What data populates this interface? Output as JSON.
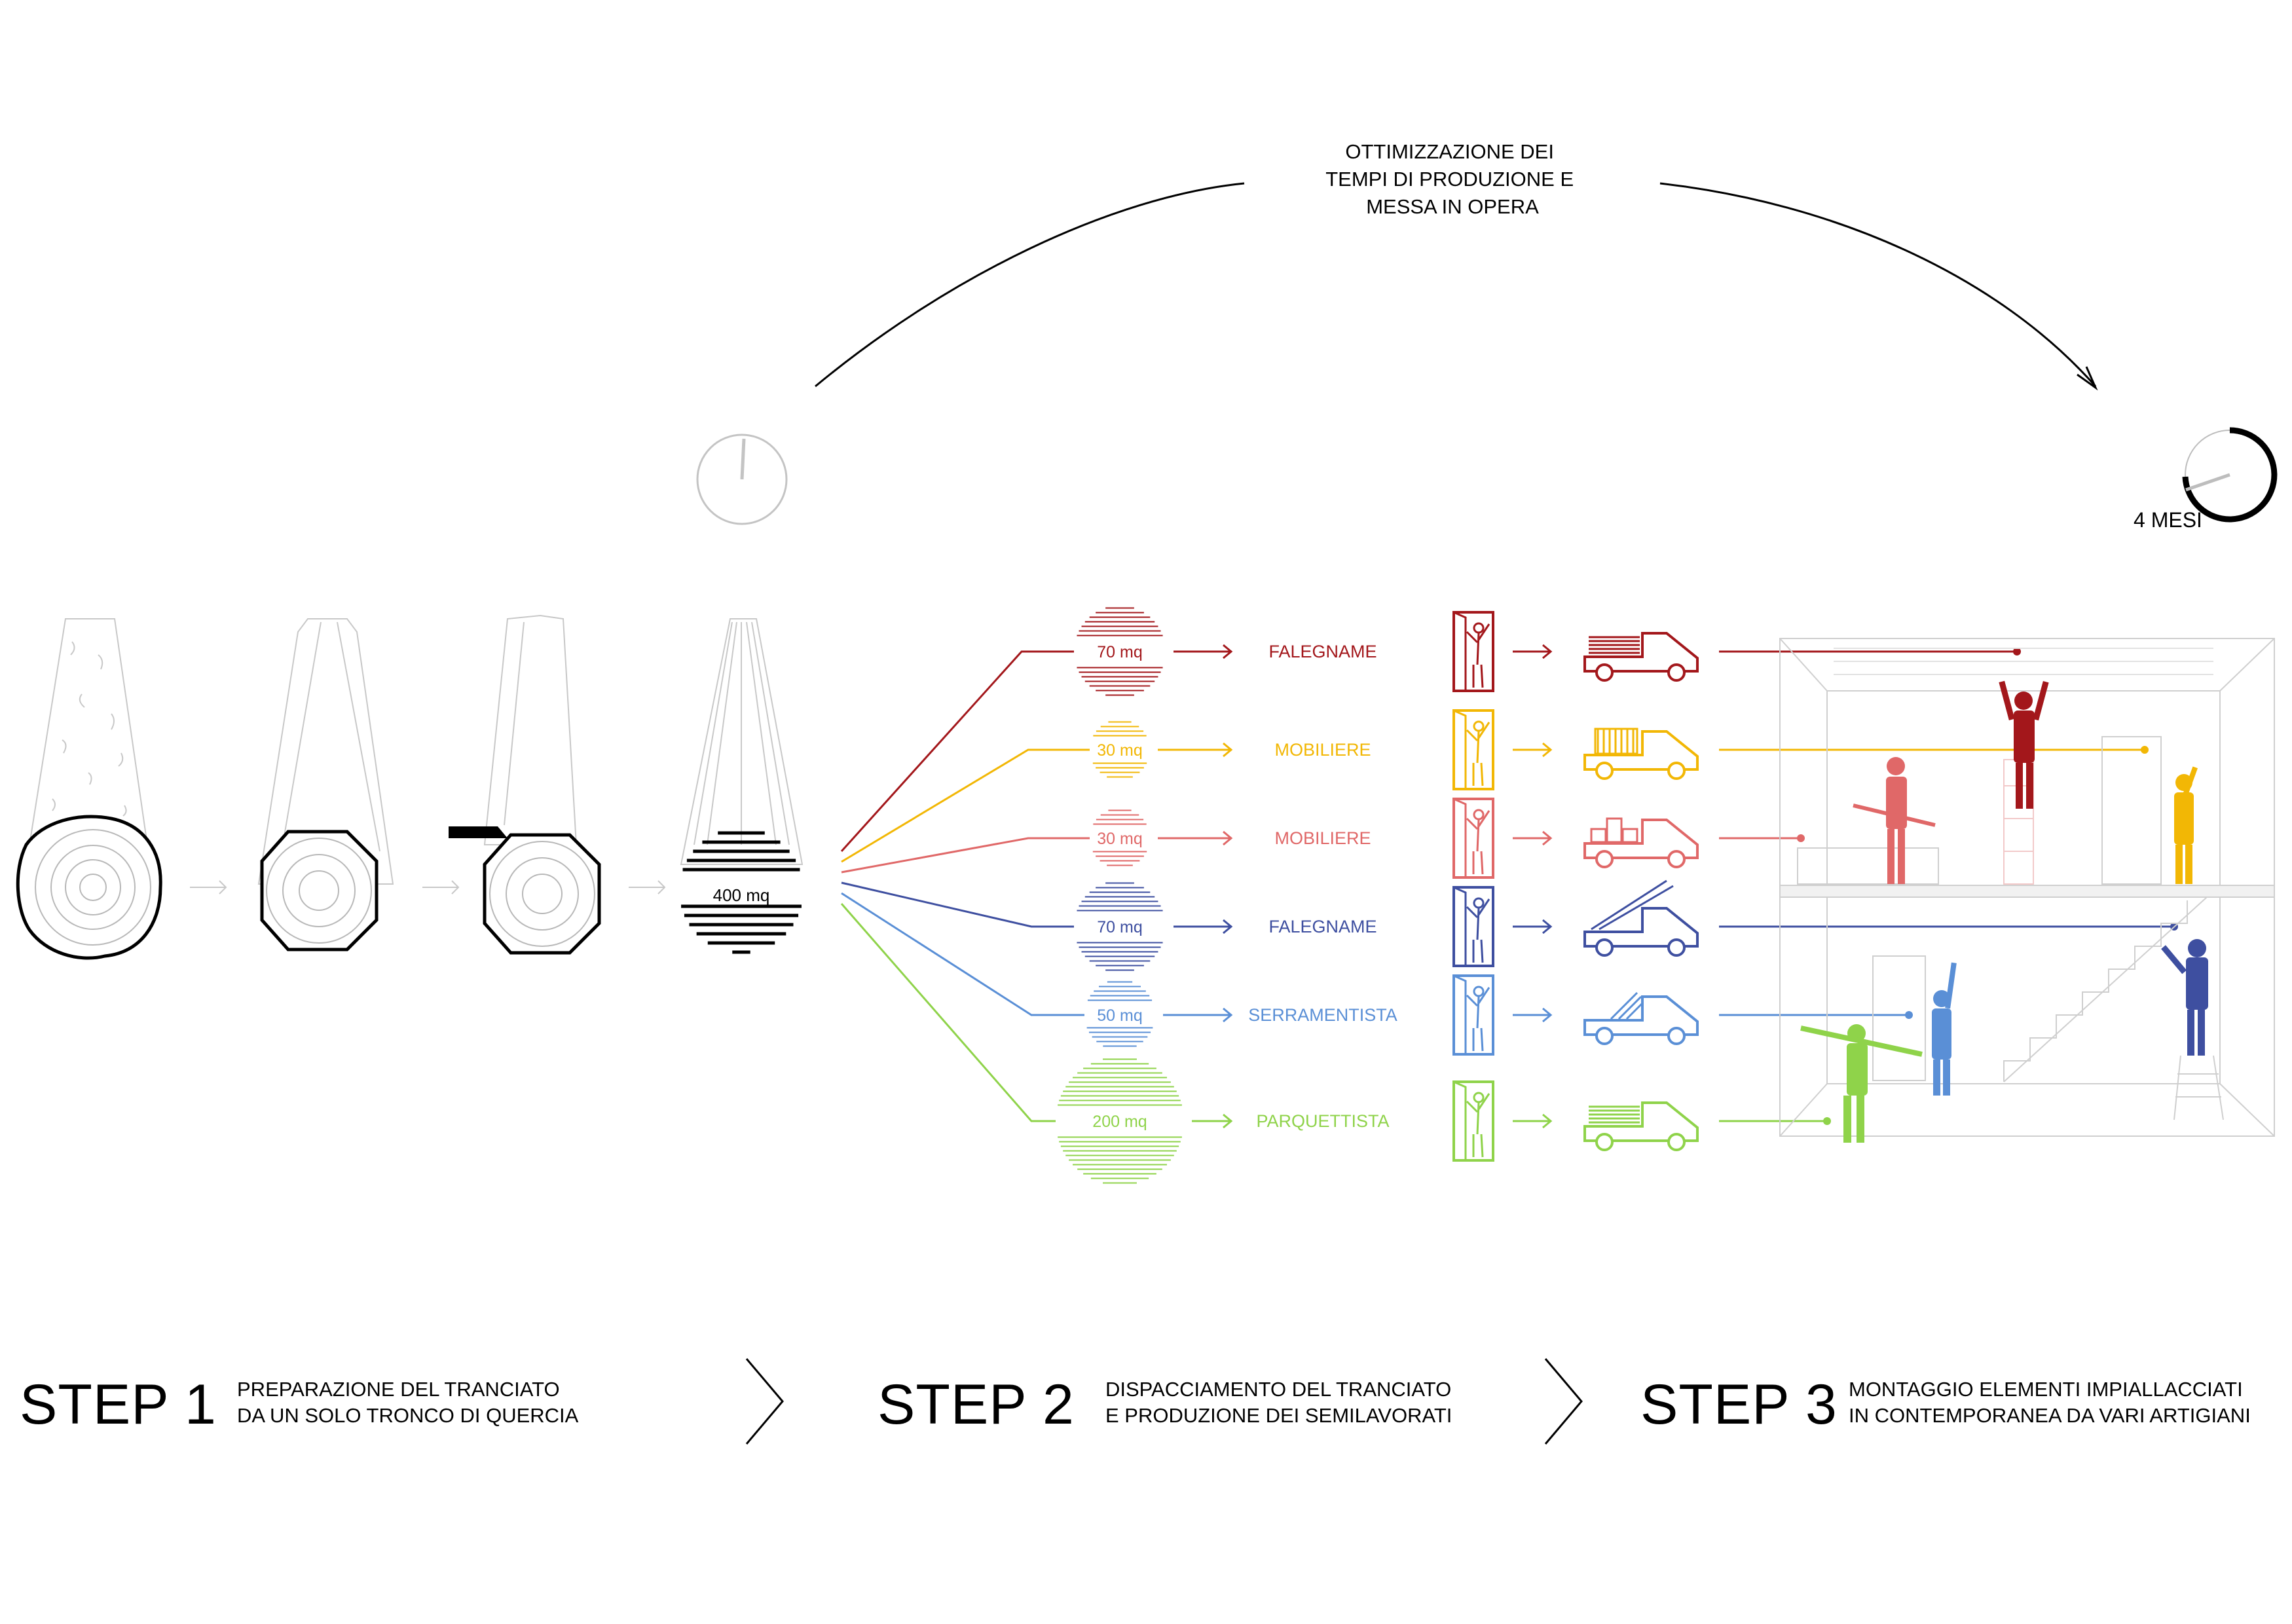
{
  "header": {
    "optimization_lines": [
      "OTTIMIZZAZIONE DEI",
      "TEMPI DI PRODUZIONE E",
      "MESSA IN OPERA"
    ],
    "duration_label": "4 MESI"
  },
  "log": {
    "total_area": "400 mq"
  },
  "flows": [
    {
      "area": "70 mq",
      "trade": "FALEGNAME",
      "color": "#a3171b"
    },
    {
      "area": "30 mq",
      "trade": "MOBILIERE",
      "color": "#f2b705"
    },
    {
      "area": "30 mq",
      "trade": "MOBILIERE",
      "color": "#e06868"
    },
    {
      "area": "70 mq",
      "trade": "FALEGNAME",
      "color": "#3e4fa0"
    },
    {
      "area": "50 mq",
      "trade": "SERRAMENTISTA",
      "color": "#5a8fd6"
    },
    {
      "area": "200 mq",
      "trade": "PARQUETTISTA",
      "color": "#8fd34a"
    }
  ],
  "steps": [
    {
      "label": "STEP 1",
      "desc": [
        "PREPARAZIONE DEL TRANCIATO",
        "DA UN SOLO TRONCO DI QUERCIA"
      ]
    },
    {
      "label": "STEP 2",
      "desc": [
        "DISPACCIAMENTO DEL TRANCIATO",
        "E PRODUZIONE DEI SEMILAVORATI"
      ]
    },
    {
      "label": "STEP 3",
      "desc": [
        "MONTAGGIO ELEMENTI IMPIALLACCIATI",
        "IN CONTEMPORANEA DA VARI ARTIGIANI"
      ]
    }
  ]
}
